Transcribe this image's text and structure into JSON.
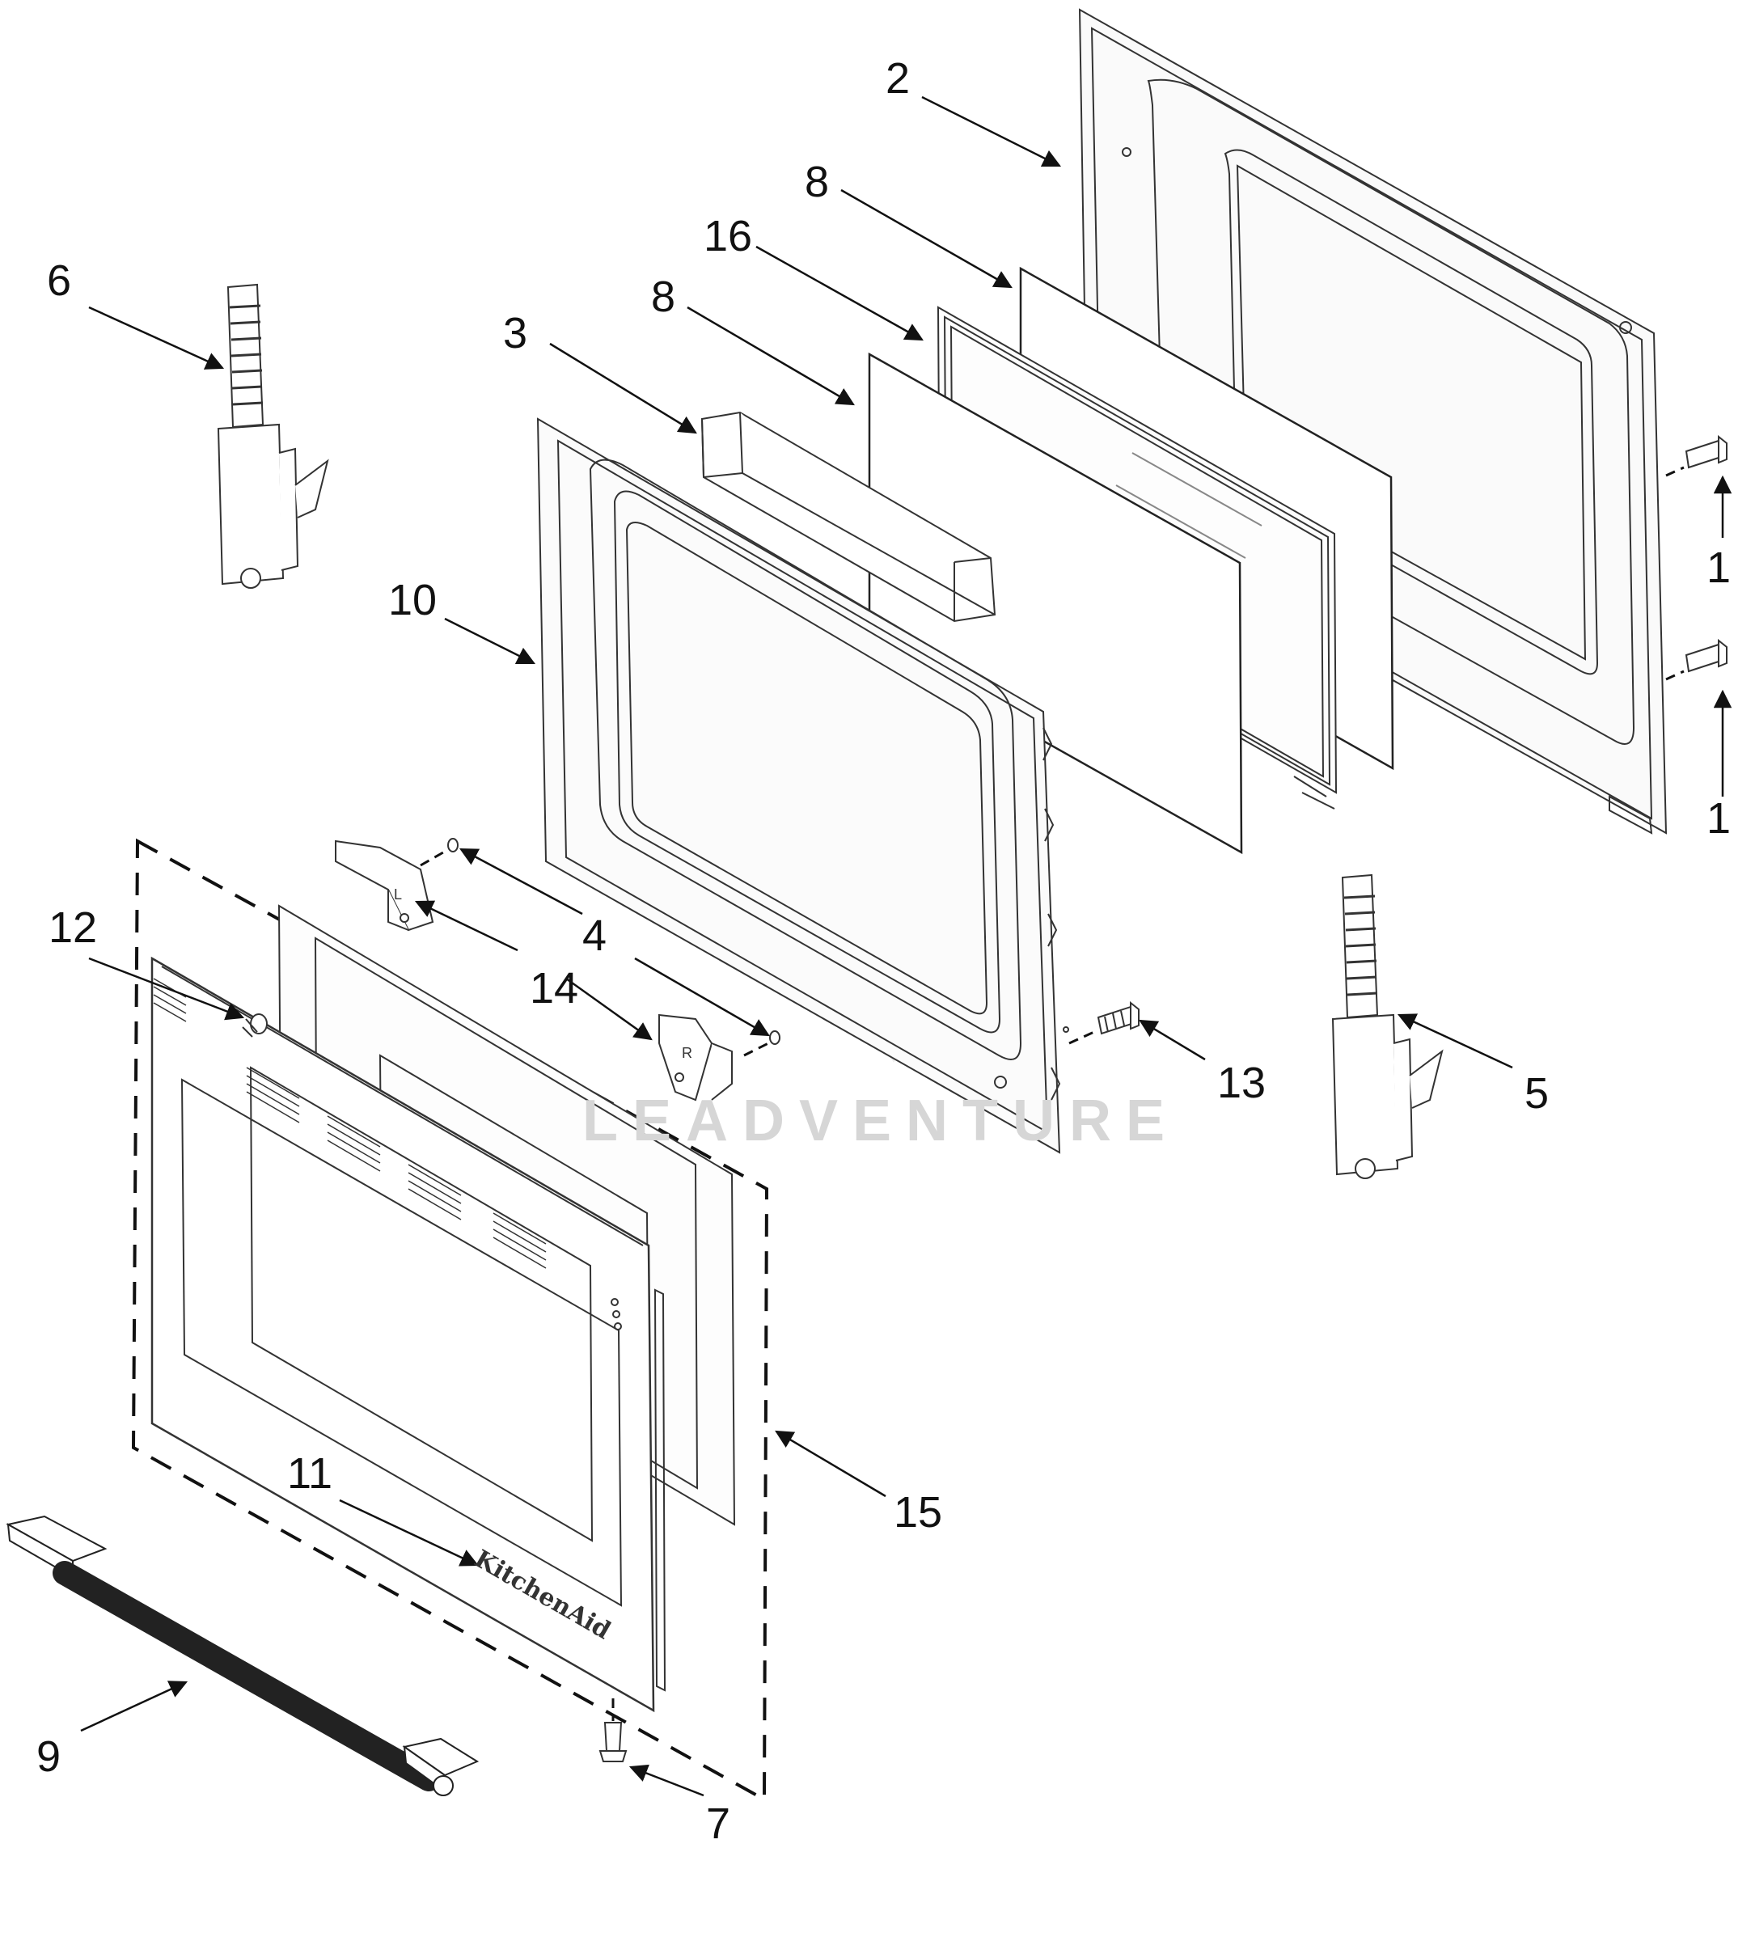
{
  "callouts": {
    "c1a": "1",
    "c1b": "1",
    "c2": "2",
    "c3": "3",
    "c4": "4",
    "c5": "5",
    "c6": "6",
    "c7": "7",
    "c8a": "8",
    "c8b": "8",
    "c9": "9",
    "c10": "10",
    "c11": "11",
    "c12": "12",
    "c13": "13",
    "c14": "14",
    "c15": "15",
    "c16": "16"
  },
  "labels": {
    "hinge_left_mark": "L",
    "hinge_right_mark": "R",
    "brand": "KitchenAid",
    "watermark": "LEADVENTURE"
  }
}
